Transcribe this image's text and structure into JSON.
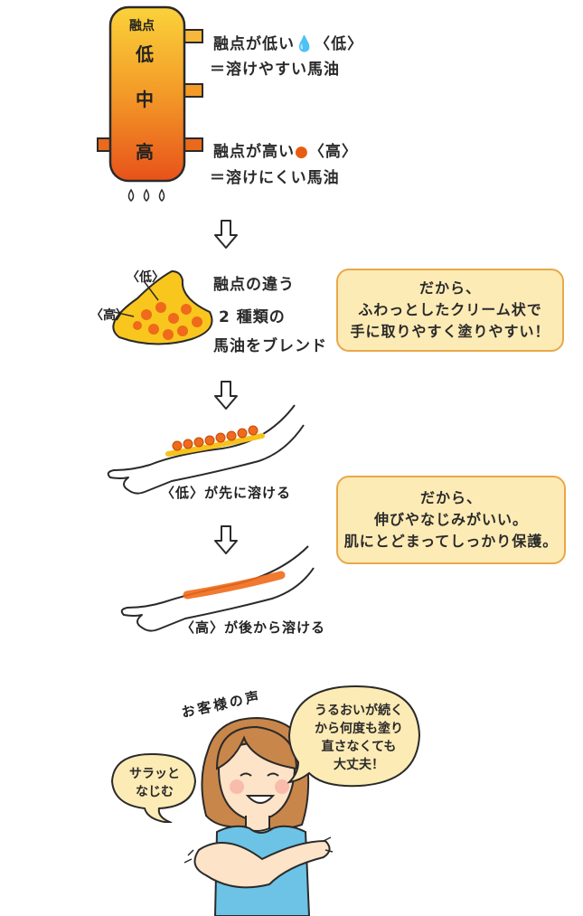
{
  "scale": {
    "header": "融点",
    "low": "低",
    "mid": "中",
    "high": "高"
  },
  "low_line1": "融点が低い",
  "low_tag": "〈低〉",
  "low_line2": "＝溶けやすい馬油",
  "high_line1": "融点が高い",
  "high_tag": "〈高〉",
  "high_line2": "＝溶けにくい馬油",
  "blend": {
    "label_low": "〈低〉",
    "label_high": "〈高〉",
    "line1": "融点の違う",
    "line2": "2 種類の",
    "line3": "馬油をブレンド"
  },
  "note1": {
    "line1": "だから、",
    "line2": "ふわっとしたクリーム状で",
    "line3": "手に取りやすく塗りやすい！"
  },
  "arm1_caption": "〈低〉が先に溶ける",
  "arm2_caption": "〈高〉が後から溶ける",
  "note2": {
    "line1": "だから、",
    "line2": "伸びやなじみがいい。",
    "line3": "肌にとどまってしっかり保護。"
  },
  "voice_title": "お客様の声",
  "bubble_left": {
    "line1": "サラッと",
    "line2": "なじむ"
  },
  "bubble_right": {
    "line1": "うるおいが続く",
    "line2": "から何度も塗り",
    "line3": "直さなくても",
    "line4": "大丈夫！"
  },
  "colors": {
    "orange": "#f07a1a",
    "deep_orange": "#e85c12",
    "yellow": "#f7c21c",
    "note_bg": "#fdebb5",
    "note_border": "#e8a84a",
    "dress": "#6cc3e6",
    "hair": "#c9864a"
  }
}
